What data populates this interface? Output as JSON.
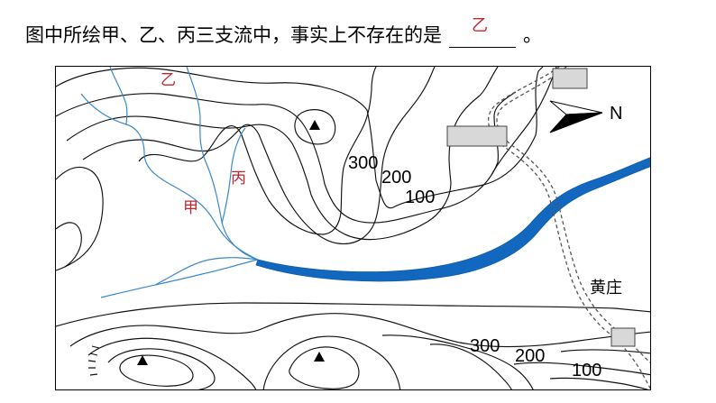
{
  "question": {
    "prefix": "图中所绘甲、乙、丙三支流中，事实上不存在的是",
    "answer": "乙",
    "suffix": "。"
  },
  "map": {
    "labels": {
      "jia": "甲",
      "yi": "乙",
      "bing": "丙",
      "north": "N",
      "town": "黄庄"
    },
    "contour_labels_upper": [
      "300",
      "200",
      "100"
    ],
    "contour_labels_lower": [
      "300",
      "200",
      "100"
    ],
    "colors": {
      "river": "#1267bf",
      "tributary": "#3a88c9",
      "answer_red": "#c1272d"
    },
    "icons": [
      "peak-triangle-icon",
      "north-arrow-icon",
      "settlement-rectangle-icon"
    ]
  }
}
